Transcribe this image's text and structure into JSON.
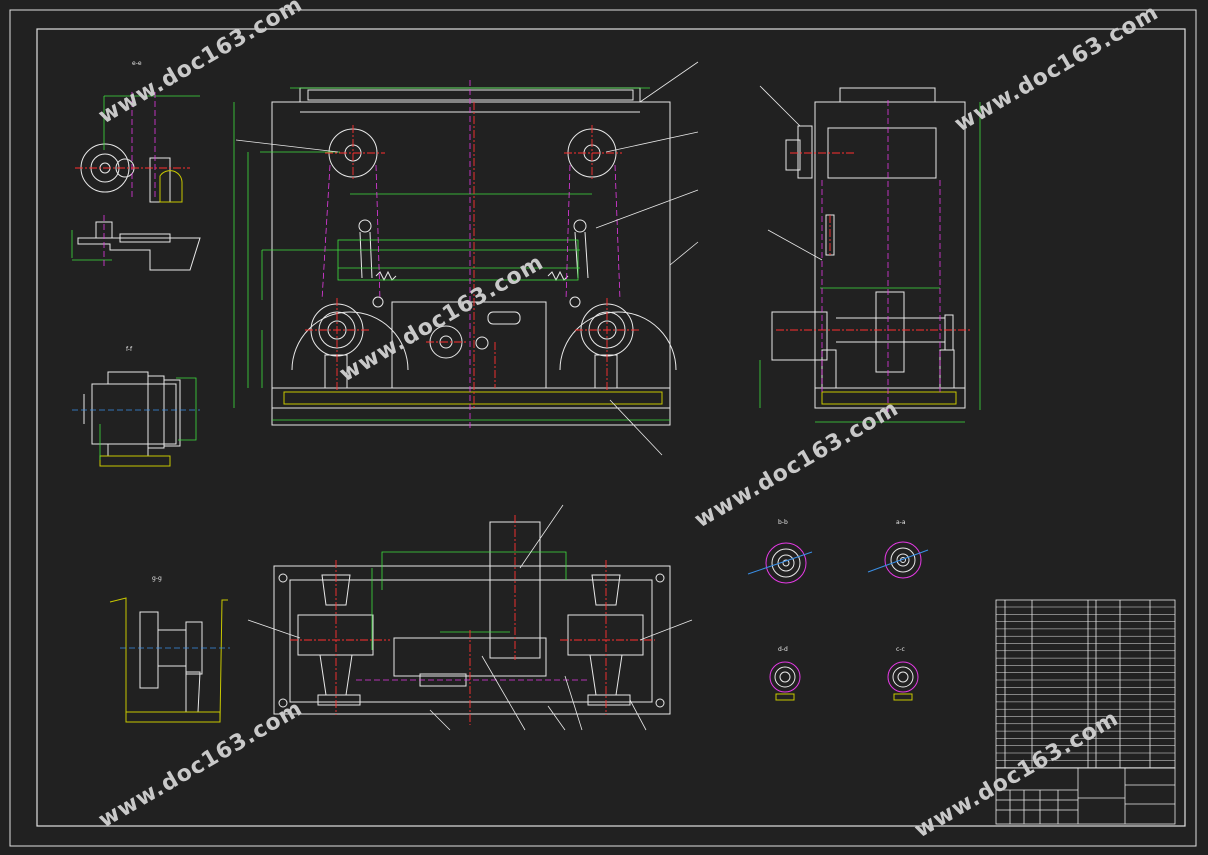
{
  "drawing": {
    "section_labels": {
      "e": "e-e",
      "f": "f-f",
      "g": "g-g",
      "b": "b-b",
      "a": "a-a",
      "d": "d-d",
      "c": "c-c"
    }
  },
  "watermark": {
    "text": "www.doc163.com"
  }
}
